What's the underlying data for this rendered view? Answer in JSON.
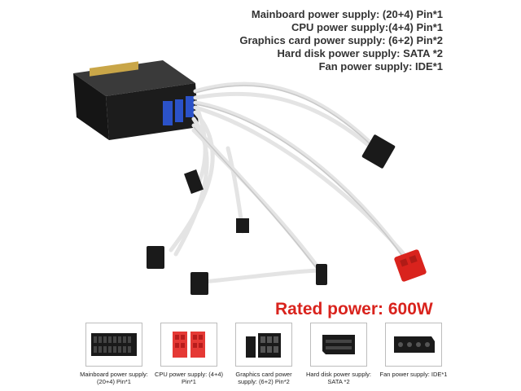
{
  "specs": [
    "Mainboard power supply: (20+4) Pin*1",
    "CPU power supply:(4+4) Pin*1",
    "Graphics card power supply: (6+2) Pin*2",
    "Hard disk power supply: SATA *2",
    "Fan power supply: IDE*1"
  ],
  "rated_power": "Rated power: 600W",
  "tiles": [
    {
      "caption": "Mainboard power supply:(20+4) Pin*1",
      "icon": "atx-24pin-connector-icon"
    },
    {
      "caption": "CPU power supply: (4+4) Pin*1",
      "icon": "cpu-8pin-connector-icon"
    },
    {
      "caption": "Graphics card power supply: (6+2) Pin*2",
      "icon": "pcie-8pin-connector-icon"
    },
    {
      "caption": "Hard disk power supply: SATA *2",
      "icon": "sata-connector-icon"
    },
    {
      "caption": "Fan power supply: IDE*1",
      "icon": "molex-connector-icon"
    }
  ],
  "colors": {
    "accent": "#d9231d",
    "cable": "#f2f2f2",
    "connector": "#1a1a1a",
    "psu": "#1c1c1c",
    "port": "#2b52c8"
  }
}
